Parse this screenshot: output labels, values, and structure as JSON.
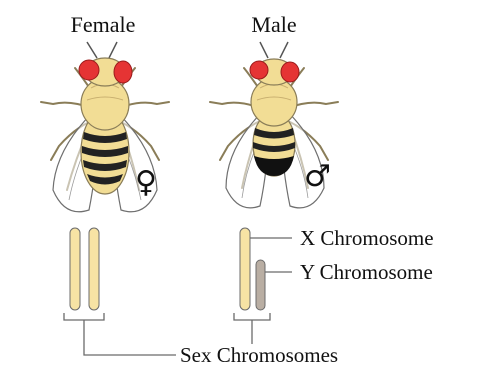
{
  "flies": {
    "female": {
      "label": "Female",
      "symbol": "♀"
    },
    "male": {
      "label": "Male",
      "symbol": "♂"
    }
  },
  "annotations": {
    "x_chromosome": "X Chromosome",
    "y_chromosome": "Y Chromosome",
    "sex_chromosomes": "Sex Chromosomes"
  },
  "colors": {
    "x_chromosome": "#f7e3a4",
    "y_chromosome": "#b9aea3",
    "body": "#f2dd95",
    "eye": "#e53434",
    "stripe": "#222222"
  }
}
